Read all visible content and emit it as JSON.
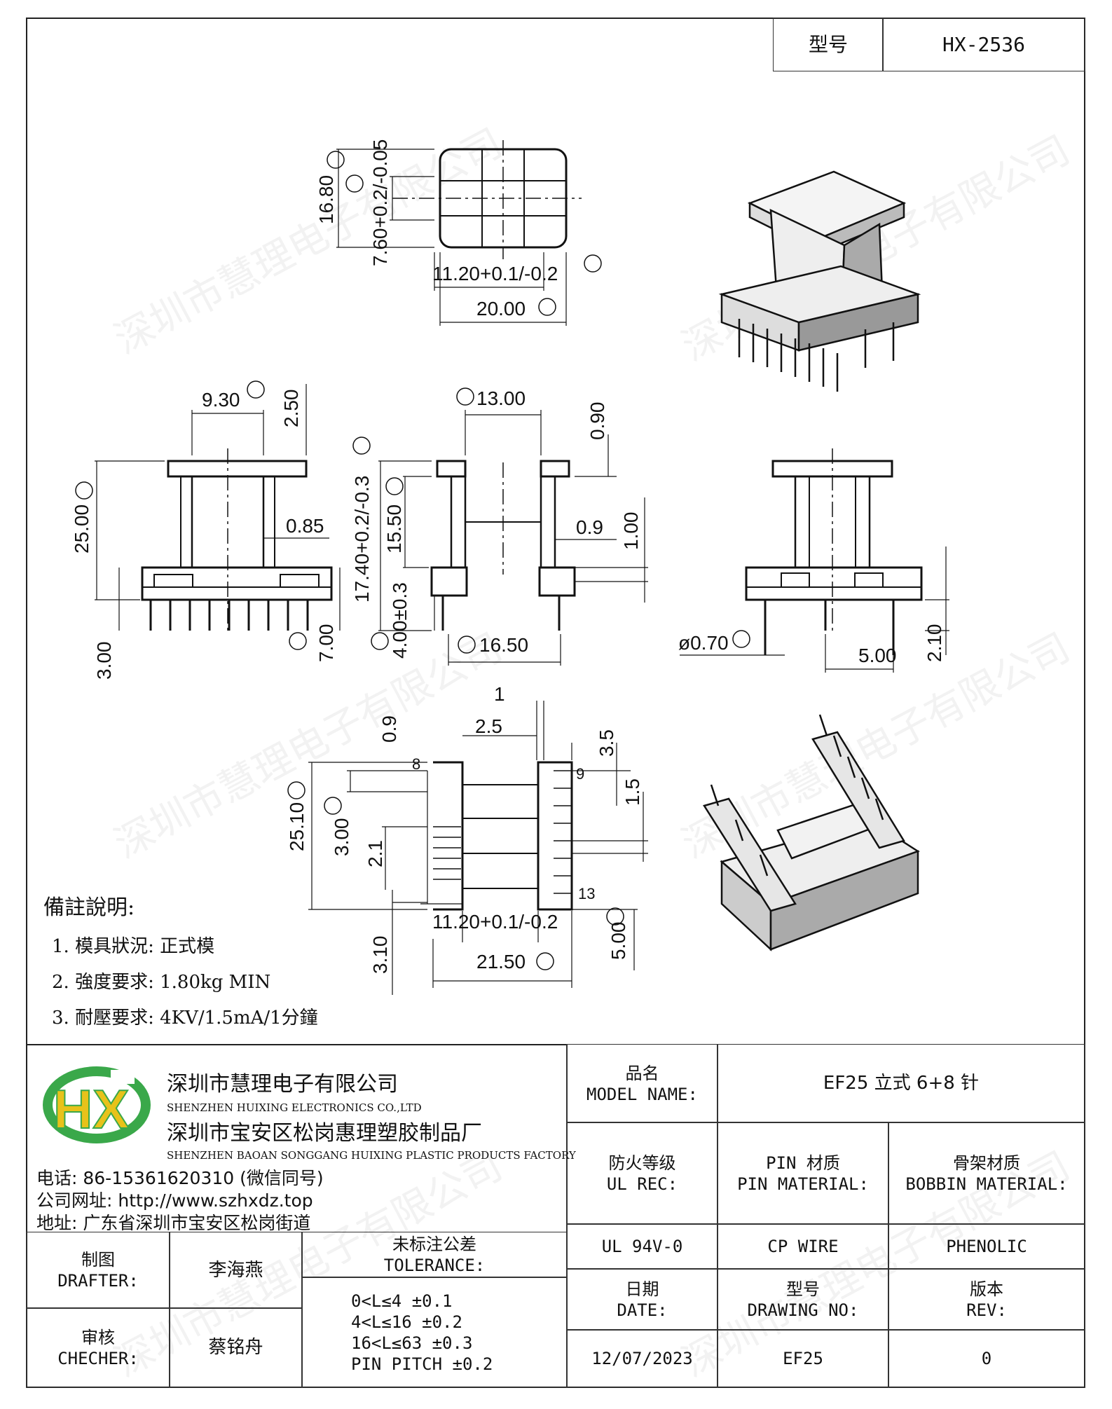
{
  "header": {
    "model_label": "型号",
    "model_value": "HX-2536"
  },
  "dimensions": {
    "d_top_height": "16.80",
    "d_top_slot": "7.60+0.2/-0.05",
    "d_top_core": "11.20+0.1/-0.2",
    "d_top_width": "20.00",
    "d_front_930": "9.30",
    "d_front_250": "2.50",
    "d_front_2500": "25.00",
    "d_front_085": "0.85",
    "d_front_300": "3.00",
    "d_front_700": "7.00",
    "d_side_1300": "13.00",
    "d_side_090": "0.90",
    "d_side_1740": "17.40+0.2/-0.3",
    "d_side_1550": "15.50",
    "d_side_09": "0.9",
    "d_side_100": "1.00",
    "d_side_400": "4.00±0.3",
    "d_side_1650": "16.50",
    "d_right_070": "ø0.70",
    "d_right_500": "5.00",
    "d_right_210": "2.10",
    "d_bot_1": "1",
    "d_bot_25": "2.5",
    "d_bot_09": "0.9",
    "d_bot_35": "3.5",
    "d_bot_15": "1.5",
    "d_bot_2510": "25.10",
    "d_bot_300": "3.00",
    "d_bot_21": "2.1",
    "d_bot_1120": "11.20+0.1/-0.2",
    "d_bot_2150": "21.50",
    "d_bot_500": "5.00",
    "d_bot_310": "3.10",
    "pin_8": "8",
    "pin_9": "9",
    "pin_13": "13"
  },
  "notes": {
    "title": "備註說明:",
    "items": [
      "1. 模具狀況: 正式模",
      "2. 強度要求: 1.80kg MIN",
      "3. 耐壓要求: 4KV/1.5mA/1分鐘"
    ]
  },
  "company": {
    "name_cn": "深圳市慧理电子有限公司",
    "name_en": "SHENZHEN HUIXING ELECTRONICS CO.,LTD",
    "factory_cn": "深圳市宝安区松岗惠理塑胶制品厂",
    "factory_en": "SHENZHEN BAOAN SONGGANG HUIXING PLASTIC PRODUCTS FACTORY",
    "phone": "电话: 86-15361620310 (微信同号)",
    "website": "公司网址: http://www.szhxdz.top",
    "address": "地址: 广东省深圳市宝安区松岗街道",
    "logo_letters": "HX",
    "colors": {
      "logo_green": "#3aa84a",
      "logo_yellow": "#e8c21a"
    }
  },
  "title_block": {
    "model_name_cn": "品名",
    "model_name_en": "MODEL NAME:",
    "model_name_value": "EF25 立式 6+8 针",
    "ul_cn": "防火等级",
    "ul_en": "UL REC:",
    "pin_mat_cn": "PIN 材质",
    "pin_mat_en": "PIN MATERIAL:",
    "bobbin_mat_cn": "骨架材质",
    "bobbin_mat_en": "BOBBIN MATERIAL:",
    "ul_value": "UL 94V-0",
    "pin_mat_value": "CP WIRE",
    "bobbin_mat_value": "PHENOLIC",
    "date_cn": "日期",
    "date_en": "DATE:",
    "drawing_no_cn": "型号",
    "drawing_no_en": "DRAWING NO:",
    "rev_cn": "版本",
    "rev_en": "REV:",
    "date_value": "12/07/2023",
    "drawing_no_value": "EF25",
    "rev_value": "0",
    "drafter_cn": "制图",
    "drafter_en": "DRAFTER:",
    "drafter_value": "李海燕",
    "checker_cn": "审核",
    "checker_en": "CHECHER:",
    "checker_value": "蔡铭舟",
    "tolerance_cn": "未标注公差",
    "tolerance_en": "TOLERANCE:",
    "tolerance_lines": [
      "0<L≤4  ±0.1",
      "4<L≤16 ±0.2",
      "16<L≤63 ±0.3",
      "PIN PITCH ±0.2"
    ]
  },
  "watermark": "深圳市慧理电子有限公司"
}
